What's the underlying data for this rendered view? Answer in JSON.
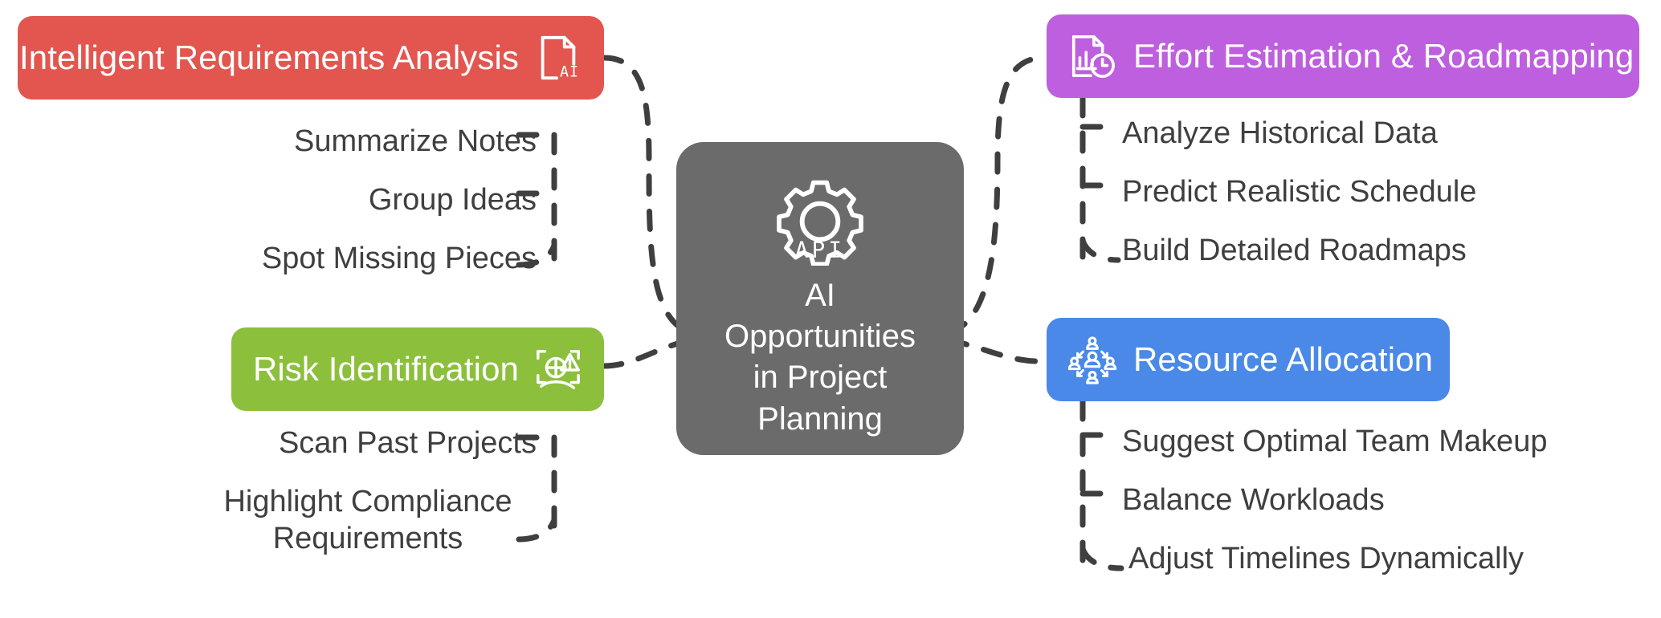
{
  "diagram": {
    "type": "mind-map",
    "background_color": "#ffffff",
    "leaf_text_color": "#3f3f3f",
    "connector_color": "#3f3f3f",
    "connector_style": "dashed"
  },
  "center": {
    "title": "AI Opportunities in Project Planning",
    "title_lines": [
      "AI",
      "Opportunities",
      "in Project",
      "Planning"
    ],
    "icon": "gear-api-icon",
    "icon_caption": "API",
    "color": "#6b6b6b",
    "text_color": "#ffffff"
  },
  "branches": [
    {
      "id": "requirements",
      "label": "Intelligent Requirements Analysis",
      "color": "#e2564f",
      "icon": "document-ai-icon",
      "icon_caption": "AI",
      "icon_side": "right",
      "position": "top-left",
      "items": [
        "Summarize Notes",
        "Group Ideas",
        "Spot Missing Pieces"
      ]
    },
    {
      "id": "risk",
      "label": "Risk Identification",
      "color": "#8cbf3c",
      "icon": "risk-scan-warning-icon",
      "icon_side": "right",
      "position": "bottom-left",
      "items": [
        "Scan Past Projects",
        "Highlight Compliance Requirements"
      ]
    },
    {
      "id": "effort",
      "label": "Effort Estimation & Roadmapping",
      "color": "#bd5fde",
      "icon": "report-chart-clock-icon",
      "icon_side": "left",
      "position": "top-right",
      "items": [
        "Analyze Historical Data",
        "Predict Realistic Schedule",
        "Build Detailed Roadmaps"
      ]
    },
    {
      "id": "resource",
      "label": "Resource Allocation",
      "color": "#4a89e8",
      "icon": "team-network-icon",
      "icon_side": "left",
      "position": "bottom-right",
      "items": [
        "Suggest Optimal Team Makeup",
        "Balance Workloads",
        "Adjust Timelines Dynamically"
      ]
    }
  ]
}
